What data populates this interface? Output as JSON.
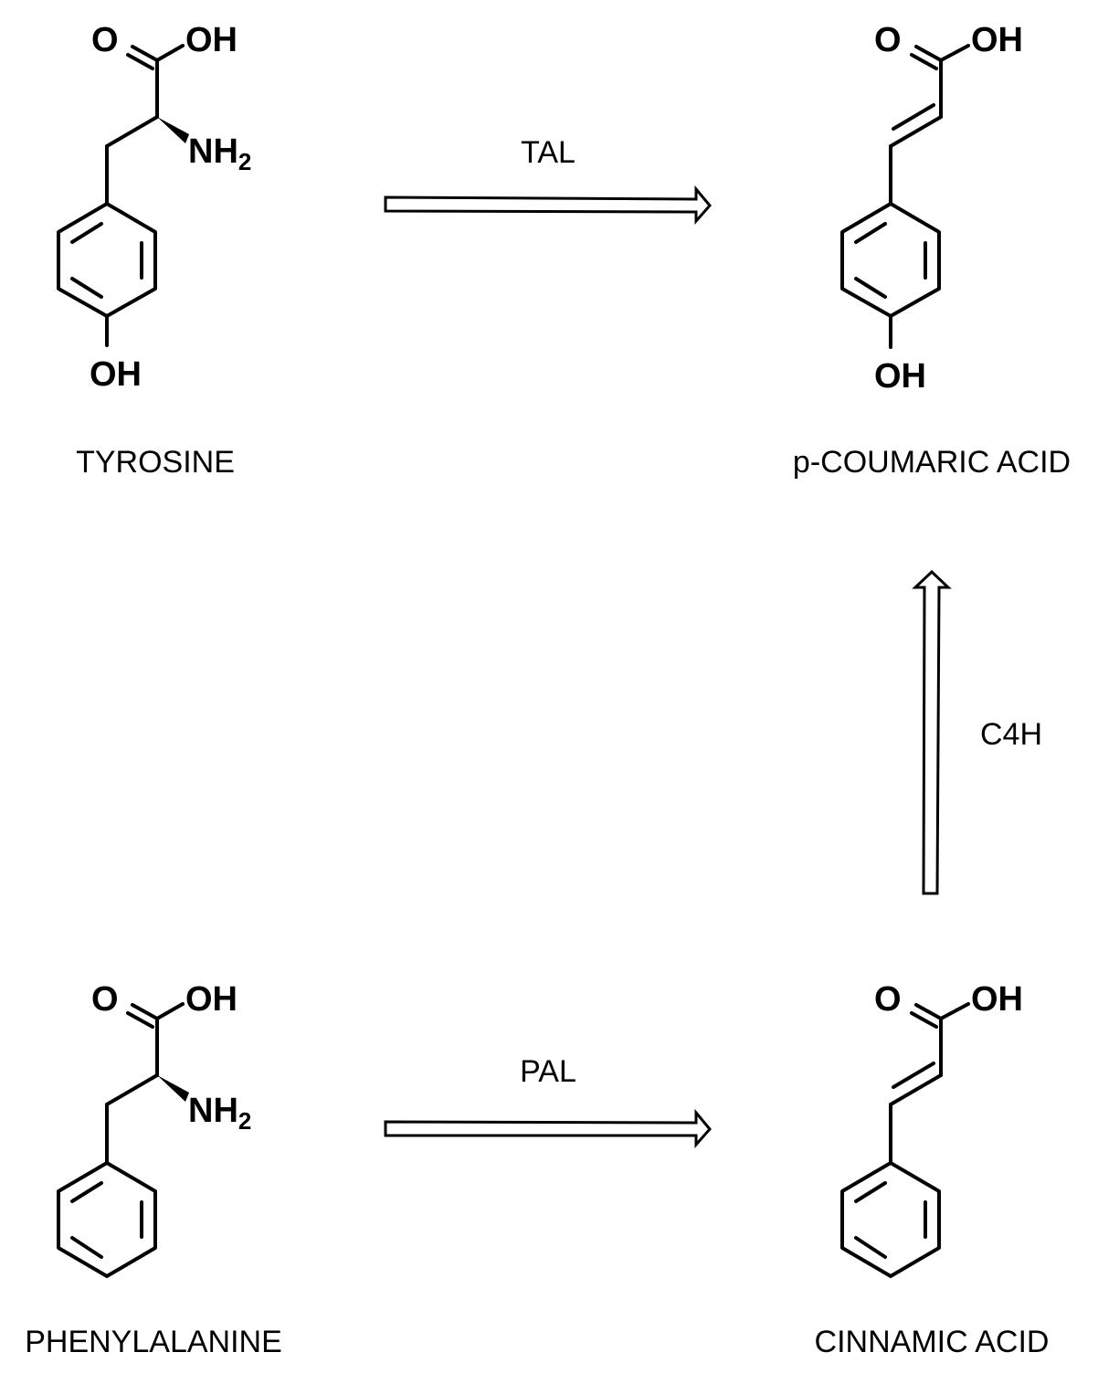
{
  "compounds": {
    "tyrosine": {
      "name": "TYROSINE",
      "acid_o": "O",
      "acid_oh": "OH",
      "amine_n": "NH",
      "amine_sub": "2",
      "phenol_oh": "OH"
    },
    "p_coumaric": {
      "name": "p-COUMARIC ACID",
      "acid_o": "O",
      "acid_oh": "OH",
      "phenol_oh": "OH"
    },
    "phenylalanine": {
      "name": "PHENYLALANINE",
      "acid_o": "O",
      "acid_oh": "OH",
      "amine_n": "NH",
      "amine_sub": "2"
    },
    "cinnamic": {
      "name": "CINNAMIC ACID",
      "acid_o": "O",
      "acid_oh": "OH"
    }
  },
  "enzymes": {
    "tal": "TAL",
    "pal": "PAL",
    "c4h": "C4H"
  },
  "colors": {
    "ink": "#000000",
    "background": "#ffffff"
  }
}
